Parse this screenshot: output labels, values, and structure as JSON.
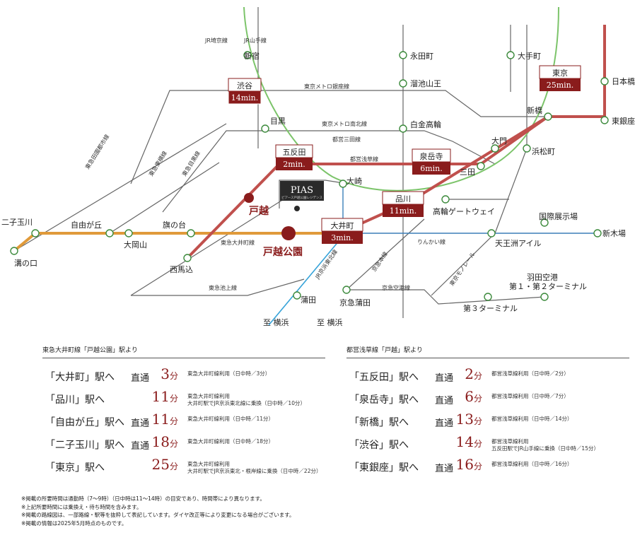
{
  "map": {
    "stations": {
      "saikyo": "JR埼京線",
      "yamanote_label": "JR山手線",
      "shinjuku": "新宿",
      "nagatacho": "永田町",
      "otemachi": "大手町",
      "tameike": "溜池山王",
      "nihonbashi": "日本橋",
      "shinbashi": "新橋",
      "higashiginza": "東銀座",
      "meguro": "目黒",
      "shirokane": "白金高輪",
      "daimon": "大門",
      "hamamatsucho": "浜松町",
      "mita": "三田",
      "osaki": "大崎",
      "takanawa": "高輪ゲートウェイ",
      "futako": "二子玉川",
      "jiyugaoka": "自由が丘",
      "hatanodai": "旗の台",
      "ookayama": "大岡山",
      "mizonokuchi": "溝の口",
      "nishimagome": "西馬込",
      "kokusai": "国際展示場",
      "shinkiba": "新木場",
      "tennozu": "天王洲アイル",
      "haneda12": "羽田空港\n第１・第２ターミナル",
      "haneda3": "第３ターミナル",
      "kamata": "蒲田",
      "keikyu_kamata": "京急蒲田",
      "yokohama1": "至 横浜",
      "yokohama2": "至 横浜"
    },
    "lines": {
      "metro_ginza": "東京メトロ銀座線",
      "metro_namboku": "東京メトロ南北線",
      "mita_line": "都営三田線",
      "asakusa_line": "都営浅草線",
      "oimachi_line": "東急大井町線",
      "ikegami_line": "東急池上線",
      "rinkai_line": "りんかい線",
      "keihin_line": "JR京浜東北線",
      "keikyu_line": "京急本線",
      "keikyu_airport": "京急空港線",
      "monorail": "東京モノレール",
      "denentoshi": "東急田園都市線",
      "toyoko": "東急東横線",
      "meguro_line": "東急目黒線"
    },
    "boxes": [
      {
        "name": "渋谷",
        "time": "14min."
      },
      {
        "name": "東京",
        "time": "25min."
      },
      {
        "name": "五反田",
        "time": "2min."
      },
      {
        "name": "泉岳寺",
        "time": "6min."
      },
      {
        "name": "品川",
        "time": "11min."
      },
      {
        "name": "大井町",
        "time": "3min."
      }
    ],
    "logo": "PIAS",
    "logo_sub": "ピアース戸越公園レジデンス",
    "togoshi": "戸越",
    "togoshikoen": "戸越公園",
    "colors": {
      "accent": "#8a1c1c",
      "asakusa": "#c0504d",
      "oimachi": "#e09a3a",
      "yamanote": "#7cc46a",
      "rinkai": "#3b7fb8",
      "keihin": "#36a3d9"
    }
  },
  "left": {
    "header": "東急大井町線「戸越公園」駅より",
    "rows": [
      {
        "dest": "「大井町」駅へ",
        "direct": "直通",
        "min": "3",
        "unit": "分",
        "note": "東急大井町線利用（日中時／3分）"
      },
      {
        "dest": "「品川」駅へ",
        "direct": "",
        "min": "11",
        "unit": "分",
        "note": "東急大井町線利用\n大井町駅でJR京浜東北線に乗換（日中時／10分）"
      },
      {
        "dest": "「自由が丘」駅へ",
        "direct": "直通",
        "min": "11",
        "unit": "分",
        "note": "東急大井町線利用（日中時／11分）"
      },
      {
        "dest": "「二子玉川」駅へ",
        "direct": "直通",
        "min": "18",
        "unit": "分",
        "note": "東急大井町線利用（日中時／18分）"
      },
      {
        "dest": "「東京」駅へ",
        "direct": "",
        "min": "25",
        "unit": "分",
        "note": "東急大井町線利用\n大井町駅でJR京浜東北・根岸線に乗換（日中時／22分）"
      }
    ]
  },
  "right": {
    "header": "都営浅草線「戸越」駅より",
    "rows": [
      {
        "dest": "「五反田」駅へ",
        "direct": "直通",
        "min": "2",
        "unit": "分",
        "note": "都営浅草線利用（日中時／2分）"
      },
      {
        "dest": "「泉岳寺」駅へ",
        "direct": "直通",
        "min": "6",
        "unit": "分",
        "note": "都営浅草線利用（日中時／7分）"
      },
      {
        "dest": "「新橋」駅へ",
        "direct": "直通",
        "min": "13",
        "unit": "分",
        "note": "都営浅草線利用（日中時／14分）"
      },
      {
        "dest": "「渋谷」駅へ",
        "direct": "",
        "min": "14",
        "unit": "分",
        "note": "都営浅草線利用\n五反田駅でJR山手線に乗換（日中時／15分）"
      },
      {
        "dest": "「東銀座」駅へ",
        "direct": "直通",
        "min": "16",
        "unit": "分",
        "note": "都営浅草線利用（日中時／16分）"
      }
    ]
  },
  "notes": [
    "※掲載の所要時間は通勤時（7〜9時）（日中時は11〜14時）の目安であり、時間帯により異なります。",
    "※上記所要時間には乗換え・待ち時間を含みます。",
    "※掲載の路線図は、一部路線・駅等を抜粋して表記しています。ダイヤ改正等により変更になる場合がございます。",
    "※掲載の情報は2025年5月時点のものです。"
  ]
}
